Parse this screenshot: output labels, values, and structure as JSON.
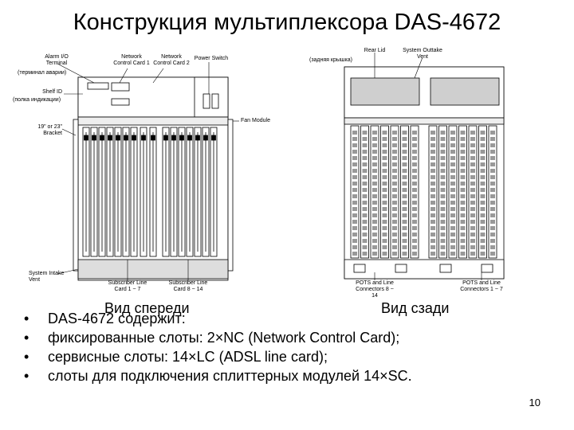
{
  "title": "Конструкция мультиплексора DAS-4672",
  "front": {
    "caption": "Вид спереди",
    "labels": {
      "alarm": "Alarm I/O\nTerminal",
      "alarm_ru": "(терминал аварии)",
      "nc1": "Network\nControl Card 1",
      "nc2": "Network\nControl Card 2",
      "power": "Power Switch",
      "shelf": "Shelf ID",
      "shelf_ru": "(полка индикации)",
      "bracket": "19\" or 23\"\nBracket",
      "fan": "Fan Module",
      "intake": "System Intake\nVent",
      "sub1": "Subscriber Line\nCard 1 ~ 7",
      "sub2": "Subscriber Line\nCard 8 ~ 14"
    }
  },
  "rear": {
    "caption": "Вид сзади",
    "labels": {
      "lid": "Rear Lid",
      "lid_ru": "(задняя крышка)",
      "outtake": "System Outtake\nVent",
      "pots1": "POTS and Line\nConnectors 8 ~ 14",
      "pots2": "POTS and Line\nConnectors 1 ~ 7"
    }
  },
  "bullets": [
    " DAS-4672 содержит:",
    "фиксированные слоты: 2×NC (Network Control Card);",
    "сервисные слоты: 14×LC (ADSL line card);",
    "слоты для подключения сплиттерных модулей 14×SC."
  ],
  "page_number": "10"
}
